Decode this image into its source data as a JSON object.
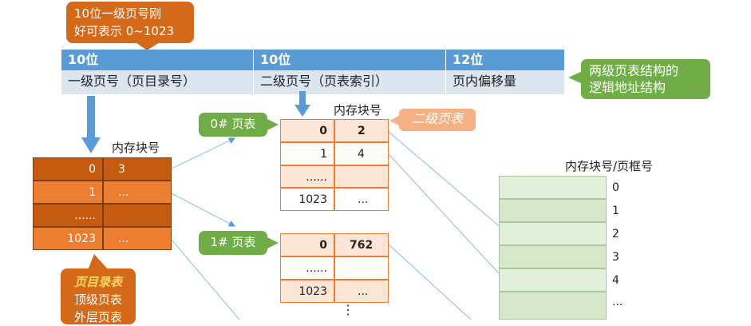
{
  "callout_top": "10位一级页号刚\n好可表示 0~1023",
  "address": {
    "headers": [
      "10位",
      "10位",
      "12位"
    ],
    "fields": [
      "一级页号（页目录号）",
      "二级页号（页表索引）",
      "页内偏移量"
    ]
  },
  "callout_right": "两级页表结构的\n逻辑地址结构",
  "outer_table": {
    "header": "内存块号",
    "rows": [
      {
        "index": "0",
        "value": "3"
      },
      {
        "index": "1",
        "value": "..."
      },
      {
        "index": "......",
        "value": ""
      },
      {
        "index": "1023",
        "value": "..."
      }
    ]
  },
  "callout_outer": {
    "title": "页目录表",
    "line2": "顶级页表",
    "line3": "外层页表"
  },
  "table0": {
    "label": "0# 页表",
    "header": "内存块号",
    "rows": [
      {
        "index": "0",
        "value": "2"
      },
      {
        "index": "1",
        "value": "4"
      },
      {
        "index": "......",
        "value": ""
      },
      {
        "index": "1023",
        "value": "..."
      }
    ]
  },
  "table1": {
    "label": "1# 页表",
    "rows": [
      {
        "index": "0",
        "value": "762"
      },
      {
        "index": "......",
        "value": ""
      },
      {
        "index": "1023",
        "value": "..."
      }
    ],
    "continuation": "⋮"
  },
  "second_level_label": "二级页表",
  "memory": {
    "header": "内存块号/页框号",
    "numbers": [
      "0",
      "1",
      "2",
      "3",
      "4",
      "..."
    ]
  }
}
